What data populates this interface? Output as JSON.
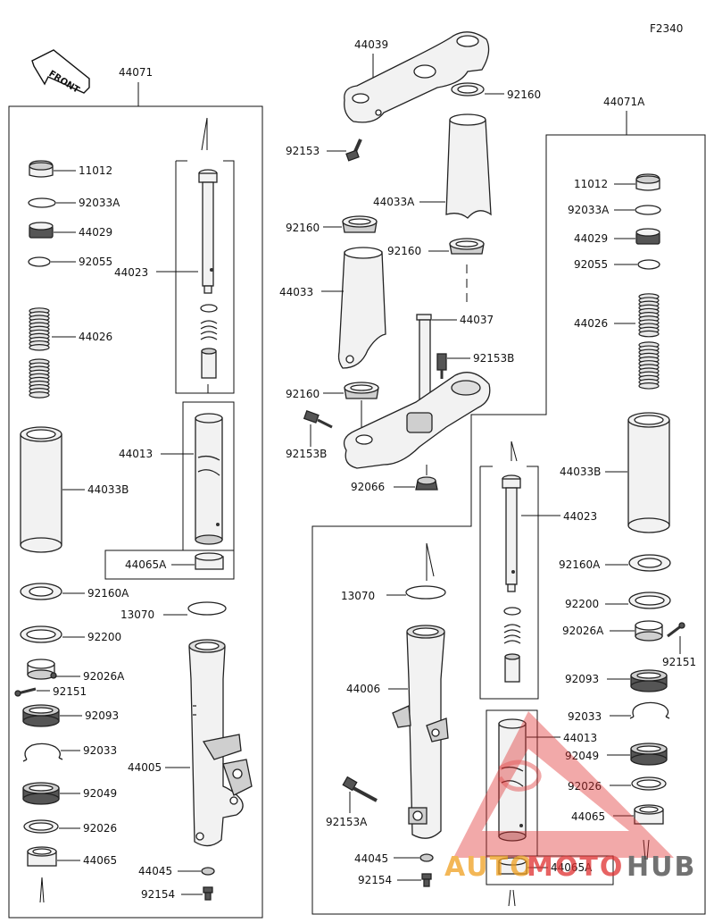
{
  "diagram_code": "F2340",
  "front_arrow_text": "FRONT",
  "left_assembly": {
    "number": "44071"
  },
  "right_assembly": {
    "number": "44071A"
  },
  "labels": {
    "l_11012": "11012",
    "l_92033A": "92033A",
    "l_44029": "44029",
    "l_92055": "92055",
    "l_44023": "44023",
    "l_44026": "44026",
    "l_44013": "44013",
    "l_44033B": "44033B",
    "l_44065A": "44065A",
    "l_92160A": "92160A",
    "l_13070": "13070",
    "l_92200": "92200",
    "l_92026A": "92026A",
    "l_92151": "92151",
    "l_92093": "92093",
    "l_92033": "92033",
    "l_44005": "44005",
    "l_92049": "92049",
    "l_92026": "92026",
    "l_44065": "44065",
    "l_44045": "44045",
    "l_92154": "92154",
    "c_44039": "44039",
    "c_92160_top": "92160",
    "c_92153": "92153",
    "c_44033A": "44033A",
    "c_92160_mid": "92160",
    "c_92160_r": "92160",
    "c_44033": "44033",
    "c_44037": "44037",
    "c_92153B_r": "92153B",
    "c_92160_low": "92160",
    "c_92153B_l": "92153B",
    "c_92066": "92066",
    "m_13070": "13070",
    "m_44006": "44006",
    "m_92153A": "92153A",
    "m_44045": "44045",
    "m_92154": "92154",
    "r_11012": "11012",
    "r_92033A": "92033A",
    "r_44029": "44029",
    "r_92055": "92055",
    "r_44026": "44026",
    "r_44033B": "44033B",
    "r_44023": "44023",
    "r_92160A": "92160A",
    "r_92200": "92200",
    "r_92026A": "92026A",
    "r_92151": "92151",
    "r_92093": "92093",
    "r_92033": "92033",
    "r_44013": "44013",
    "r_92049": "92049",
    "r_92026": "92026",
    "r_44065": "44065",
    "r_44065A": "44065A"
  },
  "watermark": {
    "text_a": "AUTO",
    "text_b": "MOTO",
    "text_c": "HUB",
    "color": "#e03030"
  }
}
